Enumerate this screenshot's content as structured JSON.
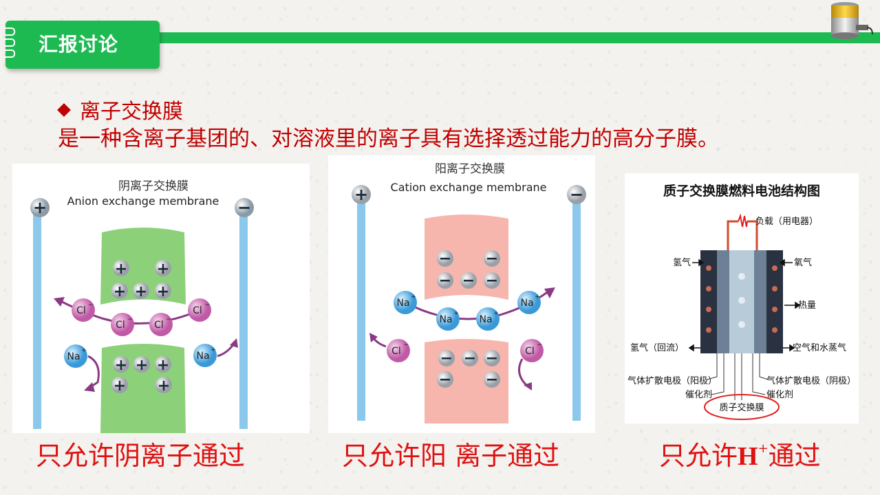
{
  "header": {
    "title": "汇报讨论"
  },
  "intro": {
    "bullet": "离子交换膜",
    "description": "是一种含离子基团的、对溶液里的离子具有选择透过能力的高分子膜。"
  },
  "icons": {
    "logo": "battery-icon",
    "bullet": "diamond-icon"
  },
  "colors": {
    "accent": "#1dba52",
    "text_red": "#c00000",
    "caption_red": "#e01010"
  },
  "panels": {
    "anion": {
      "title_cn": "阴离子交换膜",
      "title_en": "Anion exchange membrane",
      "plus": "+",
      "minus": "−",
      "ion_cl": "Cl",
      "ion_na": "Na",
      "ion_cl_charge": "−",
      "ion_na_charge": "+",
      "caption": "只允许阴离子通过"
    },
    "cation": {
      "title_cn": "阳离子交换膜",
      "title_en": "Cation exchange membrane",
      "plus": "+",
      "minus": "−",
      "ion_cl": "Cl",
      "ion_na": "Na",
      "ion_cl_charge": "−",
      "ion_na_charge": "+",
      "caption": "只允许阳 离子通过"
    },
    "fuelcell": {
      "title": "质子交换膜燃料电池结构图",
      "load": "负载（用电器）",
      "hydrogen": "氢气",
      "oxygen": "氧气",
      "heat": "热量",
      "hydrogen_return": "氢气（回流）",
      "air_vapor": "空气和水蒸气",
      "gdl_anode": "气体扩散电极（阳极）",
      "catalyst": "催化剂",
      "gdl_cathode": "气体扩散电极（阴极）",
      "pem": "质子交换膜",
      "caption_prefix": "只允许",
      "caption_h": "H",
      "caption_sup": "+",
      "caption_suffix": "通过"
    }
  }
}
